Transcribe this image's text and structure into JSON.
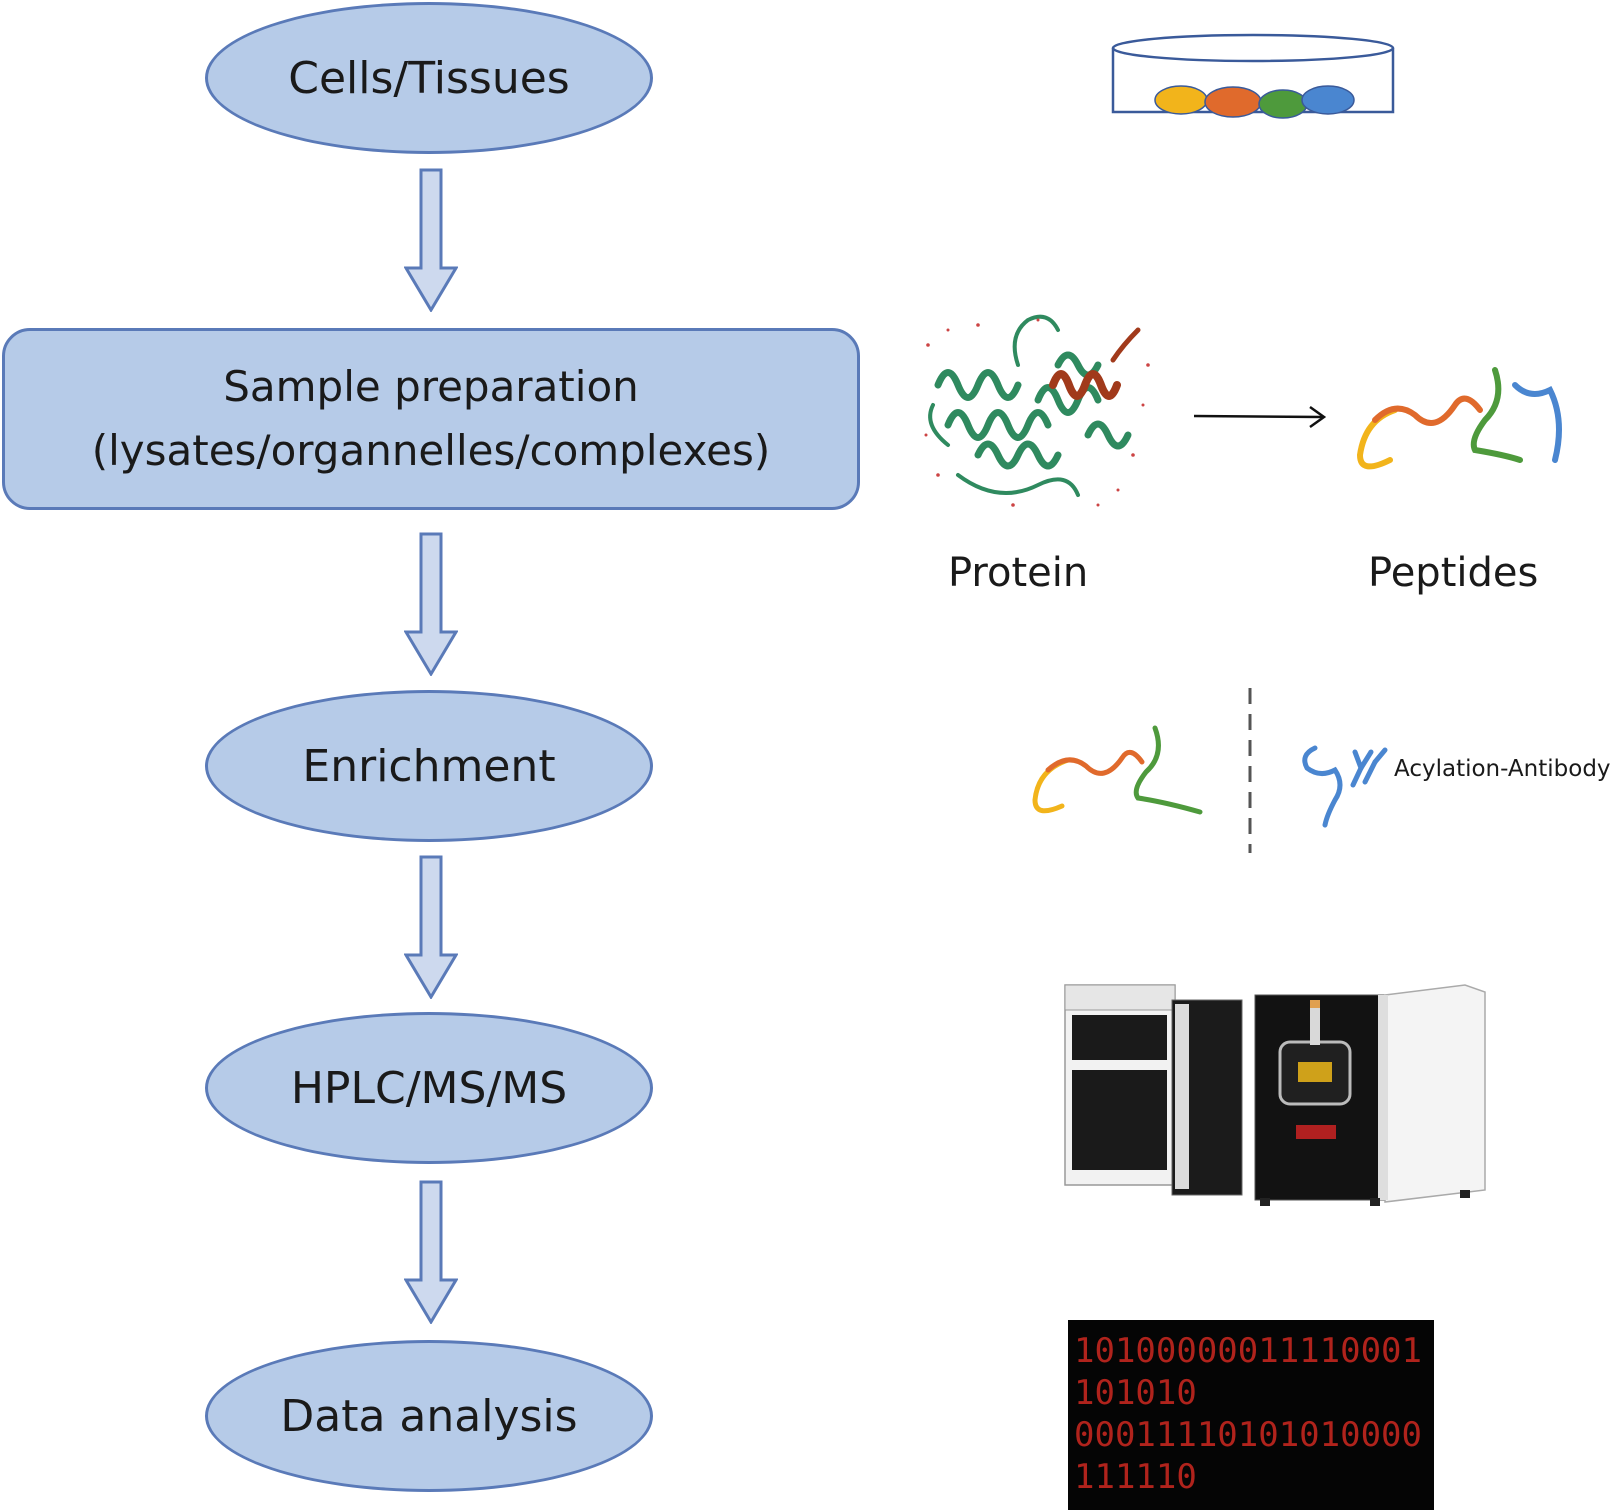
{
  "colors": {
    "node_fill": "#b6cbe8",
    "node_stroke": "#5a7ab8",
    "arrow_fill": "#cdd9ee",
    "arrow_stroke": "#5a7ab8",
    "peptide_yellow": "#f2b41b",
    "peptide_orange": "#e06a2c",
    "peptide_green": "#4e9a3c",
    "peptide_blue": "#4a86d0",
    "protein_green": "#2f8a5f",
    "protein_red": "#a13a1b",
    "binary_text": "#b0231c"
  },
  "flow": {
    "step1": "Cells/Tissues",
    "step2_line1": "Sample preparation",
    "step2_line2": "(lysates/organnelles/complexes)",
    "step3": "Enrichment",
    "step4": "HPLC/MS/MS",
    "step5": "Data analysis"
  },
  "illustrations": {
    "protein_label": "Protein",
    "peptides_label": "Peptides",
    "antibody_label": "Acylation-Antibody",
    "binary_lines": [
      "10100000011110001",
      "101010",
      "00011110101010000",
      "111110"
    ],
    "dish_cell_colors": [
      "#f2b41b",
      "#e06a2c",
      "#4e9a3c",
      "#4a86d0"
    ],
    "instrument_icon": "lc-ms-instrument-icon"
  }
}
